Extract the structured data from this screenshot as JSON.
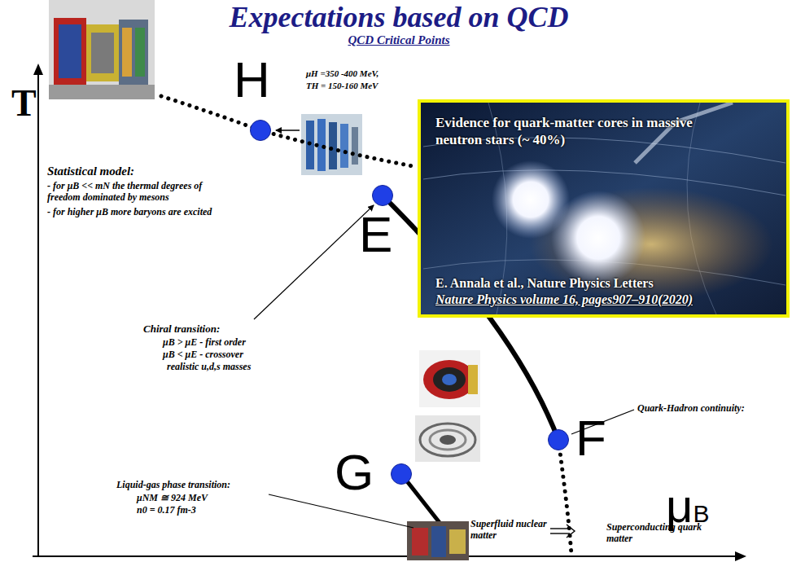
{
  "diagram": {
    "title": "Expectations based on QCD",
    "nodes": [
      {
        "text": [
          "H"
        ]
      },
      {
        "text": [
          "Evidence for quark-matter cores in massive neutron stars (~ 40%)",
          "E. Annala et al., Nature Physics Letters",
          "Nature Physics volume 16, pages907–910(2020)"
        ]
      },
      {
        "text": [
          "E"
        ]
      },
      {
        "text": [
          "F"
        ]
      },
      {
        "text": [
          "G"
        ]
      }
    ],
    "labels": [
      "QCD Critical Points",
      "T",
      "μB",
      "μH =350 -400 MeV,",
      "TH = 150-160 MeV",
      "Statistical model:",
      "- for μB << mN the thermal degrees of freedom dominated by mesons",
      "- for higher μB more baryons are excited",
      "Chiral transition:",
      "μB > μE - first order",
      "μB < μE - crossover",
      "realistic u,d,s masses",
      "Quark-Hadron continuity:",
      "Liquid-gas phase transition:",
      "μNM ≅ 924 MeV",
      "n0 = 0.17 fm-3",
      "Superfluid nuclear matter",
      "Superconducting quark matter"
    ]
  }
}
